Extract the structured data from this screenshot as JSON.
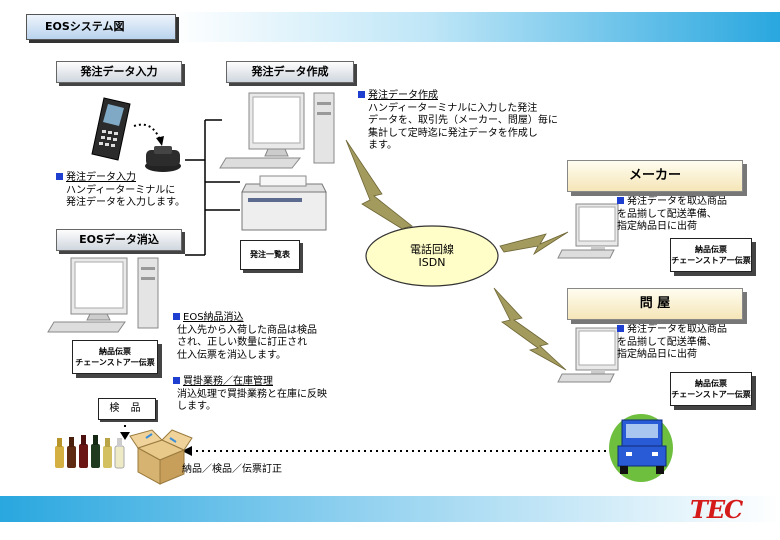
{
  "title": "EOSシステム図",
  "sections": {
    "order_input": "発注データ入力",
    "order_create": "発注データ作成",
    "eos_reconcile": "EOSデータ消込"
  },
  "descriptions": {
    "order_create": {
      "heading": "発注データ作成",
      "body": "ハンディーターミナルに入力した発注\nデータを、取引先（メーカー、問屋）毎に\n集計して定時迄に発注データを作成し\nます。"
    },
    "order_input": {
      "heading": "発注データ入力",
      "body": "ハンディーターミナルに\n発注データを入力します。"
    },
    "eos_delivery": {
      "heading": "EOS納品消込",
      "body": "仕入先から入荷した商品は検品\nされ、正しい数量に訂正され\n仕入伝票を消込します。"
    },
    "payables": {
      "heading": "買掛業務／在庫管理",
      "body": "消込処理で買掛業務と在庫に反映\nします。"
    },
    "maker": {
      "body": "発注データを取込商品\nを品揃して配送準備、\n指定納品日に出荷"
    },
    "wholesaler": {
      "body": "発注データを取込商品\nを品揃して配送準備、\n指定納品日に出荷"
    }
  },
  "destinations": {
    "maker": "メーカー",
    "wholesaler": "問 屋"
  },
  "network": {
    "line1": "電話回線",
    "line2": "ISDN"
  },
  "documents": {
    "order_list": "発注一覧表",
    "slip_line1": "納品伝票",
    "slip_line2": "チェーンストア一伝票"
  },
  "inspection": "検 品",
  "delivery_caption": "納品／検品／伝票訂正",
  "brand": "TEC",
  "colors": {
    "bullet": "#1e3fcf",
    "brand": "#d51a1a",
    "bolt": "#a39a5e",
    "bar": "#29a7df"
  }
}
